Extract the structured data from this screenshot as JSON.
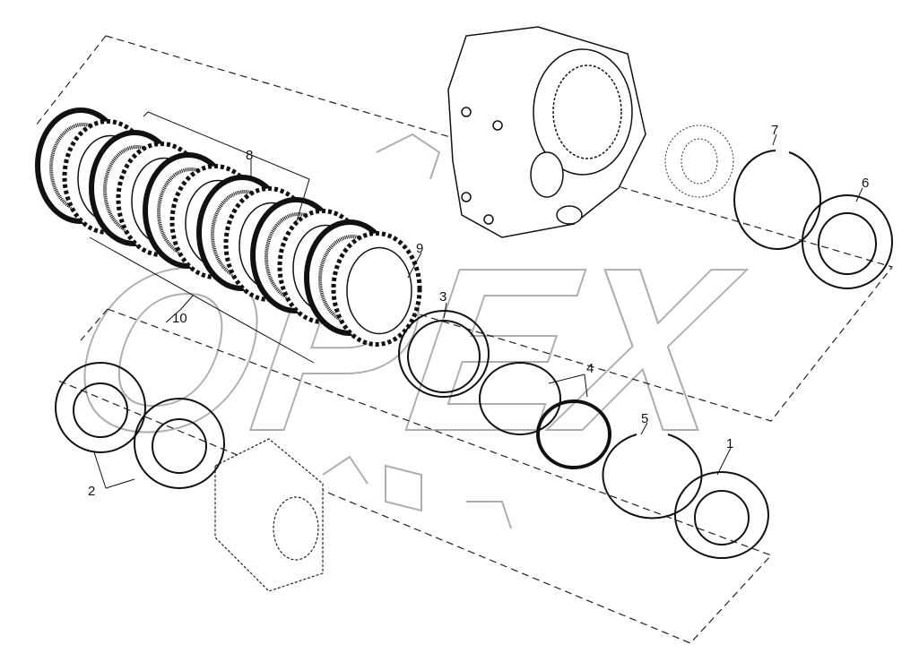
{
  "watermark": {
    "text": "OPEX",
    "color": "#9a9a9a"
  },
  "callouts": [
    {
      "id": "1",
      "label": "1"
    },
    {
      "id": "2",
      "label": "2"
    },
    {
      "id": "3",
      "label": "3"
    },
    {
      "id": "4",
      "label": "4"
    },
    {
      "id": "5",
      "label": "5"
    },
    {
      "id": "6",
      "label": "6"
    },
    {
      "id": "7",
      "label": "7"
    },
    {
      "id": "8",
      "label": "8"
    },
    {
      "id": "9",
      "label": "9"
    },
    {
      "id": "10",
      "label": "10"
    }
  ]
}
